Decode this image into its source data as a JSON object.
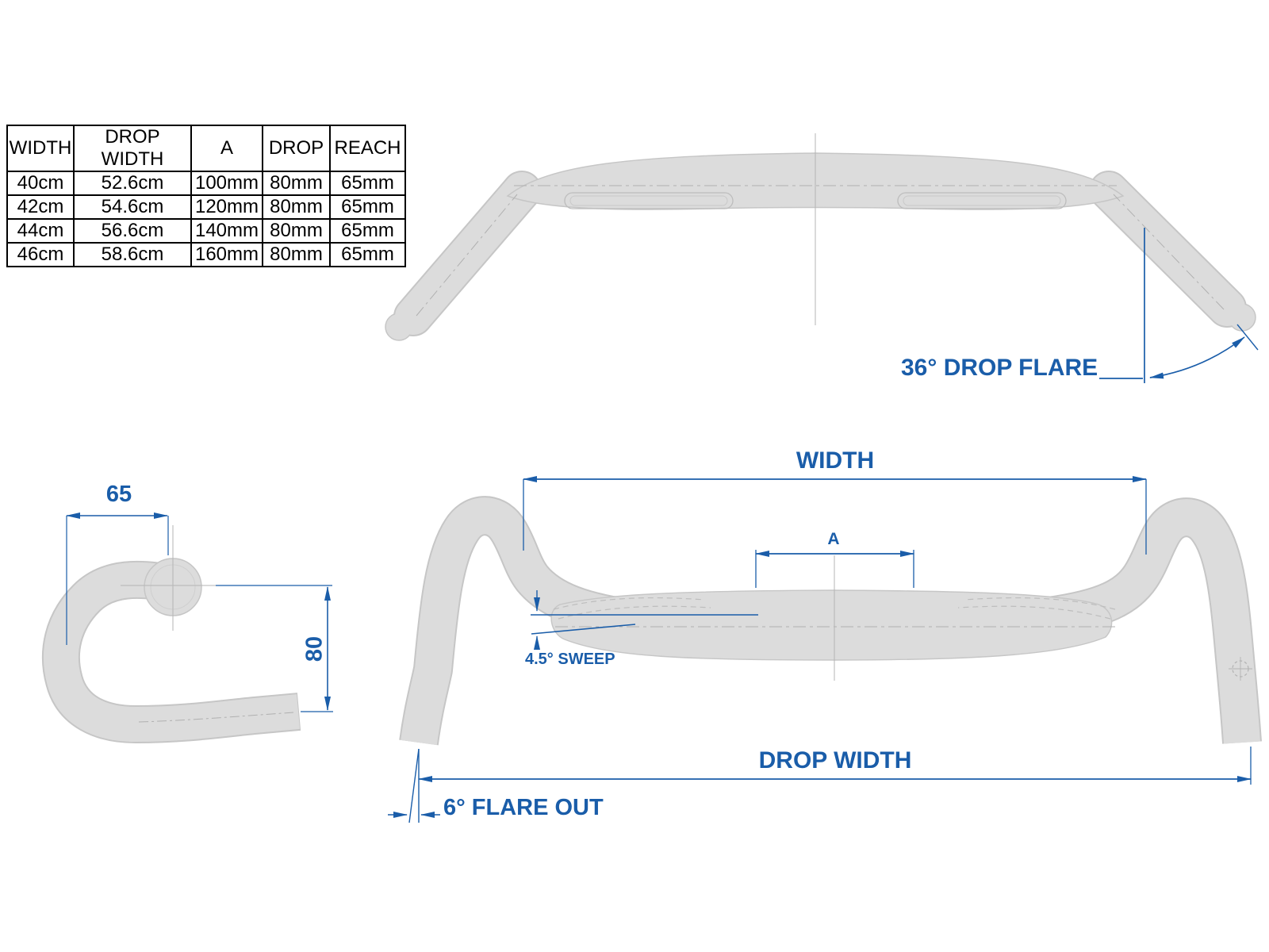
{
  "colors": {
    "annotation_blue": "#1a5da9",
    "bar_fill": "#dcdcdc",
    "bar_outline": "#c6c6c6",
    "detail_gray": "#b8b8b8",
    "table_line": "#000000",
    "background": "#ffffff"
  },
  "spec_table": {
    "headers": [
      "WIDTH",
      "DROP WIDTH",
      "A",
      "DROP",
      "REACH"
    ],
    "rows": [
      [
        "40cm",
        "52.6cm",
        "100mm",
        "80mm",
        "65mm"
      ],
      [
        "42cm",
        "54.6cm",
        "120mm",
        "80mm",
        "65mm"
      ],
      [
        "44cm",
        "56.6cm",
        "140mm",
        "80mm",
        "65mm"
      ],
      [
        "46cm",
        "58.6cm",
        "160mm",
        "80mm",
        "65mm"
      ]
    ]
  },
  "top_view": {
    "drop_flare_label": "36° DROP FLARE"
  },
  "front_view": {
    "width_label": "WIDTH",
    "a_label": "A",
    "sweep_label": "4.5° SWEEP",
    "drop_width_label": "DROP WIDTH",
    "flare_out_label": "6° FLARE OUT"
  },
  "side_view": {
    "reach_label": "65",
    "drop_label": "80"
  }
}
